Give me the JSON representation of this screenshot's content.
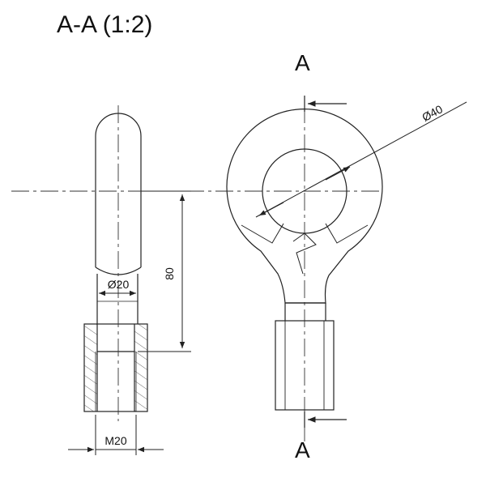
{
  "title": "A-A (1:2)",
  "section_marks": {
    "top": "A",
    "bottom": "A"
  },
  "dimensions": {
    "ring_diameter": "Ø40",
    "vertical_length": "80",
    "rod_diameter": "Ø20",
    "thread": "M20"
  },
  "colors": {
    "line": "#222222",
    "background": "#ffffff"
  }
}
